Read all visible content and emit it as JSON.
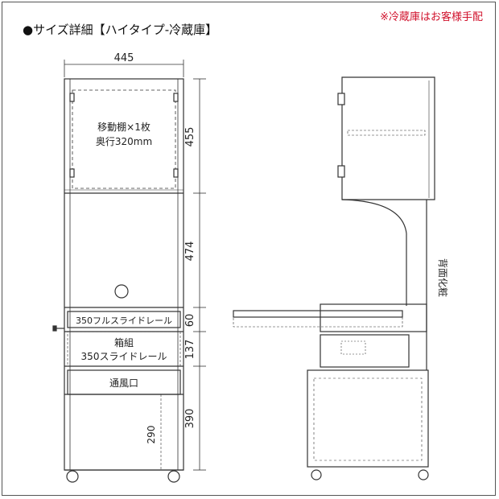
{
  "title": "●サイズ詳細【ハイタイプ-冷蔵庫】",
  "note": "※冷蔵庫はお客様手配",
  "front": {
    "width_dim": "445",
    "shelf_line1": "移動棚×1枚",
    "shelf_line2": "奥行320mm",
    "rail_full": "350フルスライドレール",
    "box_line1": "箱組",
    "box_line2": "350スライドレール",
    "vent": "通風口",
    "inner_dim": "290",
    "dims": [
      "455",
      "474",
      "60",
      "137",
      "390"
    ]
  },
  "side": {
    "back_label": "背面化粧"
  },
  "colors": {
    "line": "#333333",
    "note": "#d0102b"
  }
}
